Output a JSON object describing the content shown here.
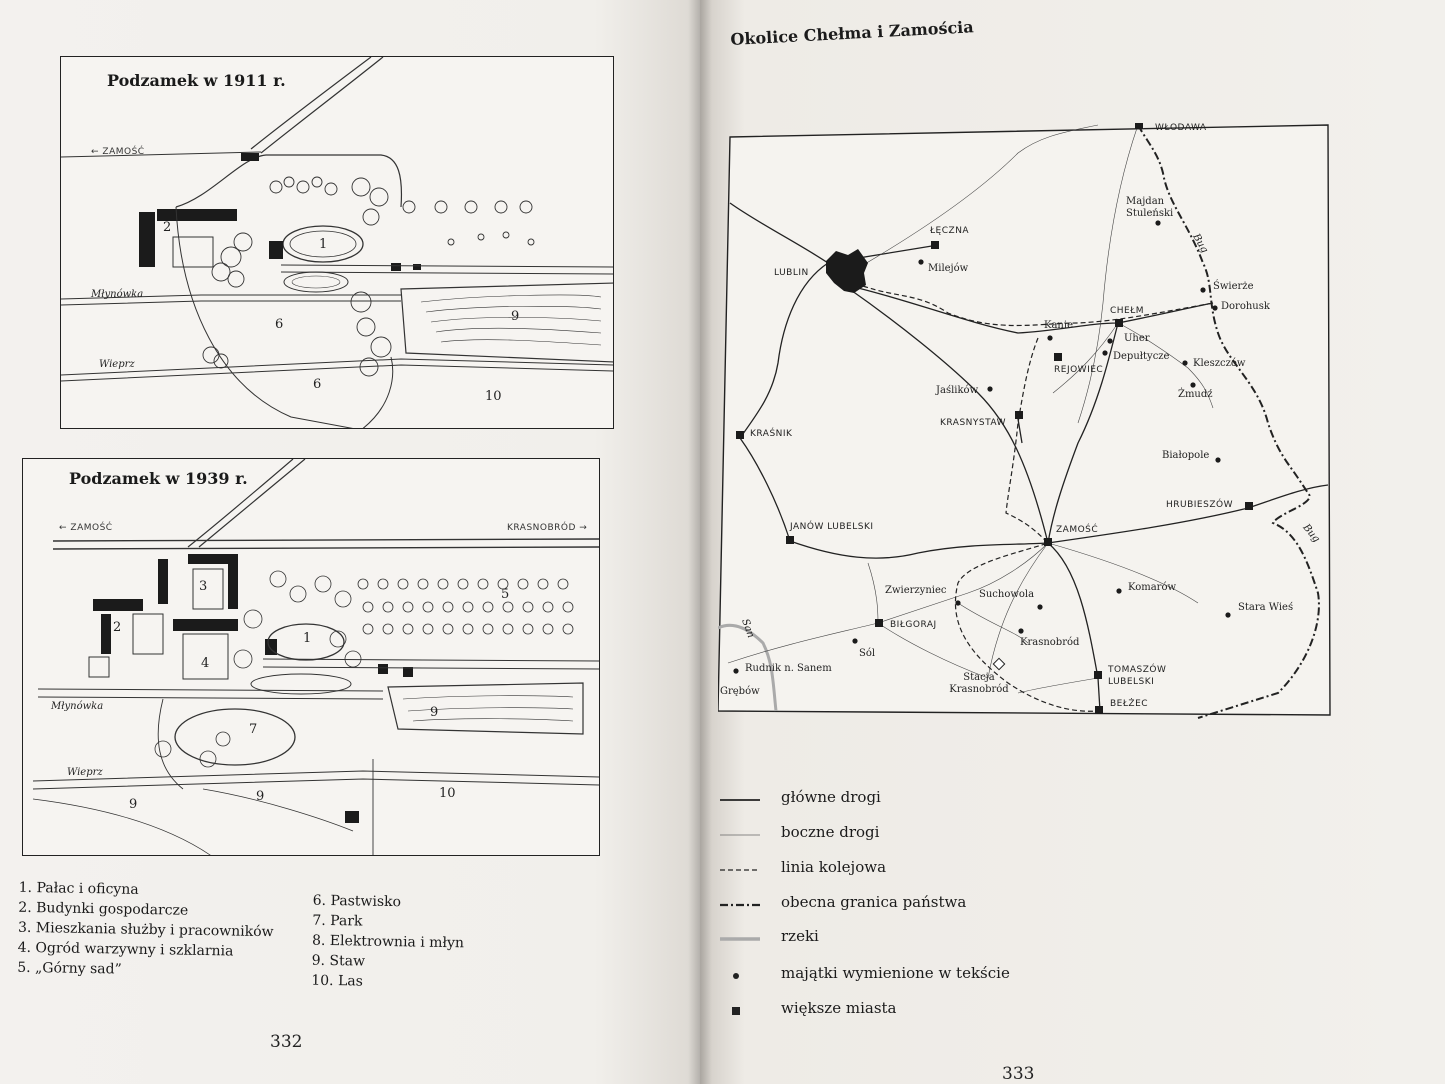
{
  "left_page": {
    "map1": {
      "title": "Podzamek w 1911 r.",
      "direction_left": "← ZAMOŚĆ",
      "rivers": [
        "Młynówka",
        "Wieprz"
      ],
      "numbers": [
        "2",
        "1",
        "6",
        "9",
        "6",
        "10"
      ]
    },
    "map2": {
      "title": "Podzamek w 1939 r.",
      "direction_left": "← ZAMOŚĆ",
      "direction_right": "KRASNOBRÓD →",
      "rivers": [
        "Młynówka",
        "Wieprz"
      ],
      "numbers": [
        "3",
        "2",
        "4",
        "1",
        "5",
        "7",
        "9",
        "9",
        "9",
        "10"
      ]
    },
    "legend_col1": [
      "1. Pałac i oficyna",
      "2. Budynki gospodarcze",
      "3. Mieszkania służby i pracowników",
      "4. Ogród warzywny i szklarnia",
      "5. „Górny sad”"
    ],
    "legend_col2": [
      "6. Pastwisko",
      "7. Park",
      "8. Elektrownia i młyn",
      "9. Staw",
      "10. Las"
    ],
    "page_number": "332"
  },
  "right_page": {
    "title": "Okolice Chełma i Zamościa",
    "rivers": [
      "Bug",
      "Bug",
      "San"
    ],
    "towns": [
      {
        "name": "WŁODAWA",
        "kind": "city"
      },
      {
        "name": "Majdan Stuleński",
        "kind": "estate"
      },
      {
        "name": "ŁĘCZNA",
        "kind": "city"
      },
      {
        "name": "Milejów",
        "kind": "estate"
      },
      {
        "name": "LUBLIN",
        "kind": "city"
      },
      {
        "name": "Świerże",
        "kind": "estate"
      },
      {
        "name": "Dorohusk",
        "kind": "estate"
      },
      {
        "name": "CHEŁM",
        "kind": "city"
      },
      {
        "name": "Kanie",
        "kind": "estate"
      },
      {
        "name": "Uher",
        "kind": "estate"
      },
      {
        "name": "Depułtycze",
        "kind": "estate"
      },
      {
        "name": "REJOWIEC",
        "kind": "city"
      },
      {
        "name": "Kleszczów",
        "kind": "estate"
      },
      {
        "name": "Jaślików",
        "kind": "estate"
      },
      {
        "name": "Żmudź",
        "kind": "estate"
      },
      {
        "name": "KRASNYSTAW",
        "kind": "city"
      },
      {
        "name": "KRAŚNIK",
        "kind": "city"
      },
      {
        "name": "Białopole",
        "kind": "estate"
      },
      {
        "name": "HRUBIESZÓW",
        "kind": "city"
      },
      {
        "name": "JANÓW LUBELSKI",
        "kind": "city"
      },
      {
        "name": "ZAMOŚĆ",
        "kind": "city"
      },
      {
        "name": "Zwierzyniec",
        "kind": "estate"
      },
      {
        "name": "Suchowola",
        "kind": "estate"
      },
      {
        "name": "Komarów",
        "kind": "estate"
      },
      {
        "name": "Stara Wieś",
        "kind": "estate"
      },
      {
        "name": "BIŁGORAJ",
        "kind": "city"
      },
      {
        "name": "Sól",
        "kind": "estate"
      },
      {
        "name": "Krasnobród",
        "kind": "estate"
      },
      {
        "name": "Rudnik n. Sanem",
        "kind": "estate"
      },
      {
        "name": "Grębów",
        "kind": "estate"
      },
      {
        "name": "Stacja Krasnobród",
        "kind": "station"
      },
      {
        "name": "TOMASZÓW LUBELSKI",
        "kind": "city"
      },
      {
        "name": "BEŁŻEC",
        "kind": "city"
      }
    ],
    "legend": [
      {
        "label": "główne drogi",
        "symbol": "main-road"
      },
      {
        "label": "boczne drogi",
        "symbol": "side-road"
      },
      {
        "label": "linia kolejowa",
        "symbol": "railway"
      },
      {
        "label": "obecna granica państwa",
        "symbol": "border"
      },
      {
        "label": "rzeki",
        "symbol": "river"
      },
      {
        "label": "majątki wymienione w tekście",
        "symbol": "dot"
      },
      {
        "label": "większe miasta",
        "symbol": "square"
      }
    ],
    "page_number": "333"
  },
  "colors": {
    "ink": "#1b1b1b",
    "paper": "#f2f0ec",
    "river": "#aaaaaa"
  }
}
